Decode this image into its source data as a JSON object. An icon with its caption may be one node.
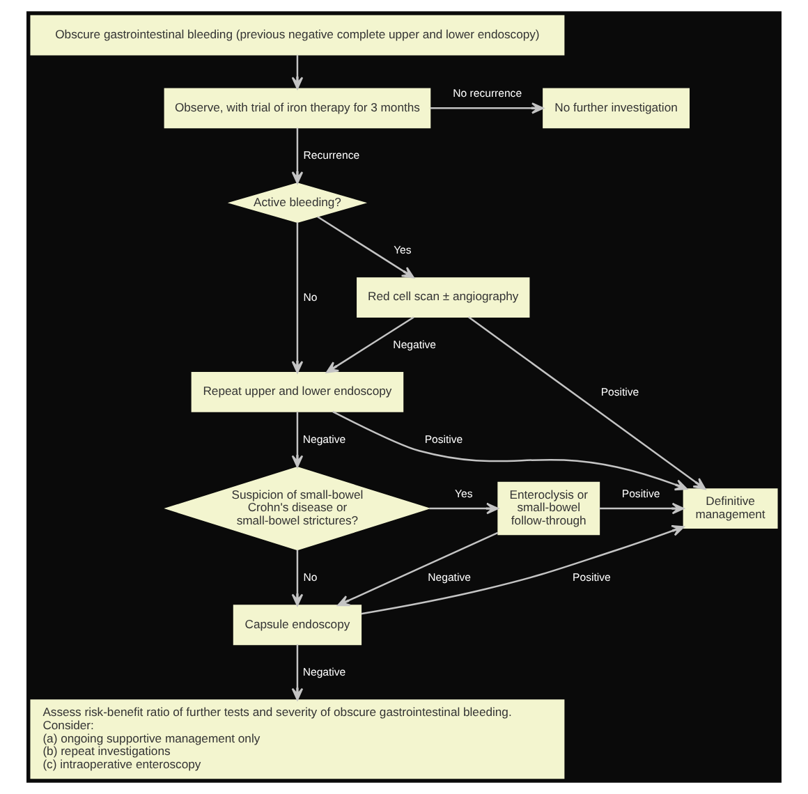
{
  "diagram": {
    "nodes": [
      {
        "text": [
          "Obscure gastrointestinal bleeding (previous negative complete upper and lower endoscopy)"
        ]
      },
      {
        "text": [
          "Observe, with trial of iron therapy for 3 months"
        ]
      },
      {
        "text": [
          "No further investigation"
        ]
      },
      {
        "text": [
          "Active bleeding?"
        ]
      },
      {
        "text": [
          "Red cell scan ± angiography"
        ]
      },
      {
        "text": [
          "Repeat upper and lower endoscopy"
        ]
      },
      {
        "text": [
          "Suspicion of small-bowel Crohn's disease or small-bowel strictures?"
        ]
      },
      {
        "text": [
          "Enteroclysis or small-bowel follow-through"
        ]
      },
      {
        "text": [
          "Definitive management"
        ]
      },
      {
        "text": [
          "Capsule endoscopy"
        ]
      },
      {
        "text": [
          "Assess risk-benefit ratio of further tests and severity of obscure gastrointestinal bleeding.",
          "Consider:",
          "(a) ongoing supportive management only",
          "(b) repeat investigations",
          "(c) intraoperative enteroscopy"
        ]
      }
    ],
    "edges": [
      {
        "from": 0,
        "to": 1,
        "arrow": "to"
      },
      {
        "from": 1,
        "to": 2,
        "arrow": "to",
        "label": "No recurrence"
      },
      {
        "from": 1,
        "to": 3,
        "arrow": "to",
        "label": "Recurrence"
      },
      {
        "from": 3,
        "to": 4,
        "arrow": "to",
        "label": "Yes"
      },
      {
        "from": 3,
        "to": 5,
        "arrow": "to",
        "label": "No"
      },
      {
        "from": 4,
        "to": 5,
        "arrow": "to",
        "label": "Negative"
      },
      {
        "from": 4,
        "to": 8,
        "arrow": "to",
        "label": "Positive"
      },
      {
        "from": 5,
        "to": 8,
        "arrow": "to",
        "label": "Positive"
      },
      {
        "from": 5,
        "to": 6,
        "arrow": "to",
        "label": "Negative"
      },
      {
        "from": 6,
        "to": 7,
        "arrow": "to",
        "label": "Yes"
      },
      {
        "from": 6,
        "to": 9,
        "arrow": "to",
        "label": "No"
      },
      {
        "from": 7,
        "to": 8,
        "arrow": "to",
        "label": "Positive"
      },
      {
        "from": 7,
        "to": 9,
        "arrow": "to",
        "label": "Negative"
      },
      {
        "from": 9,
        "to": 8,
        "arrow": "to",
        "label": "Positive"
      },
      {
        "from": 9,
        "to": 10,
        "arrow": "to",
        "label": "Negative"
      }
    ]
  }
}
